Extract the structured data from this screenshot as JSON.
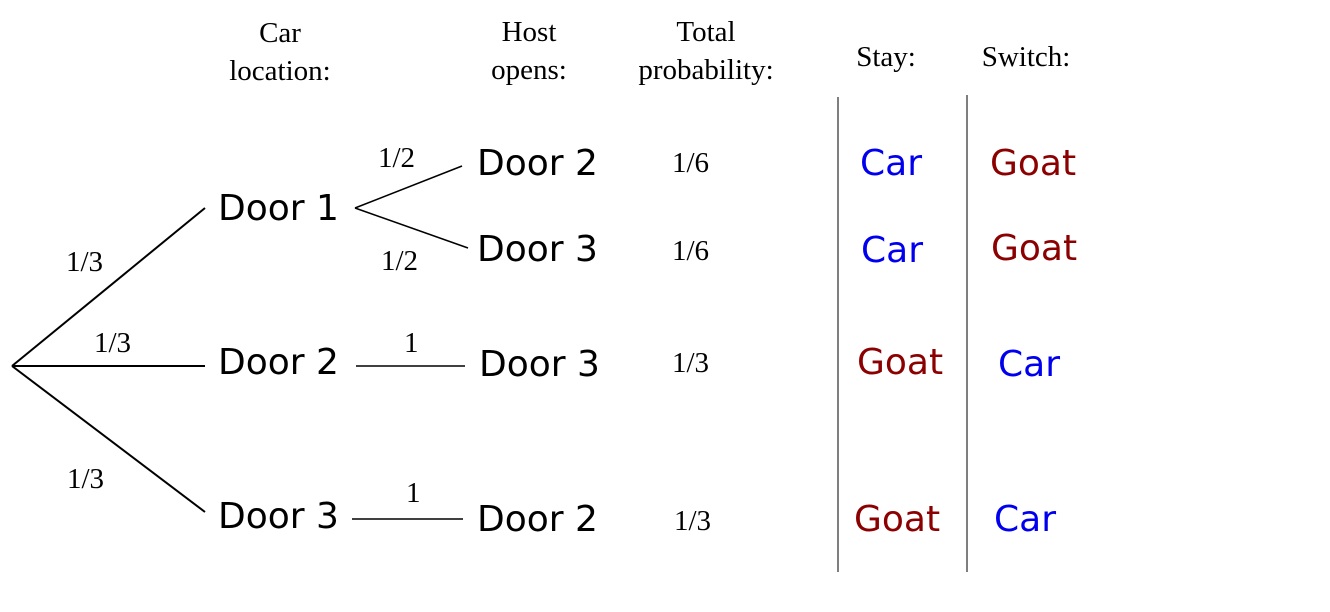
{
  "headers": {
    "car_location": "Car\nlocation:",
    "host_opens": "Host\nopens:",
    "total_probability": "Total\nprobability:",
    "stay": "Stay:",
    "switch": "Switch:"
  },
  "car_branches": [
    {
      "door": "Door 1",
      "prob": "1/3"
    },
    {
      "door": "Door 2",
      "prob": "1/3"
    },
    {
      "door": "Door 3",
      "prob": "1/3"
    }
  ],
  "host_branches": [
    {
      "door": "Door 2",
      "prob": "1/2"
    },
    {
      "door": "Door 3",
      "prob": "1/2"
    },
    {
      "door": "Door 3",
      "prob": "1"
    },
    {
      "door": "Door 2",
      "prob": "1"
    }
  ],
  "outcomes": [
    {
      "total": "1/6",
      "stay": "Car",
      "switch": "Goat"
    },
    {
      "total": "1/6",
      "stay": "Car",
      "switch": "Goat"
    },
    {
      "total": "1/3",
      "stay": "Goat",
      "switch": "Car"
    },
    {
      "total": "1/3",
      "stay": "Goat",
      "switch": "Car"
    }
  ],
  "colors": {
    "car": "#0000ee",
    "goat": "#8b0000",
    "line": "#000000",
    "divider": "#666666"
  }
}
